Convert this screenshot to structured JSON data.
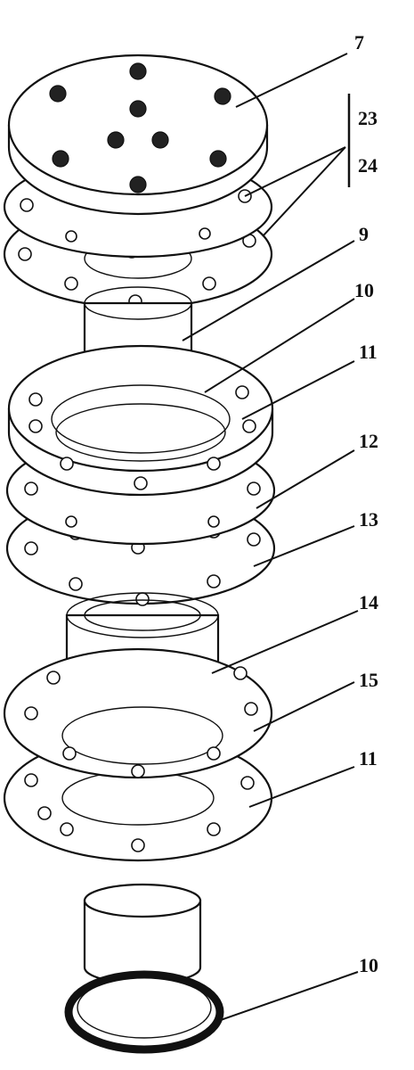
{
  "diagram": {
    "labels": [
      {
        "id": "7",
        "text": "7"
      },
      {
        "id": "23",
        "text": "23"
      },
      {
        "id": "24",
        "text": "24"
      },
      {
        "id": "9",
        "text": "9"
      },
      {
        "id": "10a",
        "text": "10"
      },
      {
        "id": "11a",
        "text": "11"
      },
      {
        "id": "12",
        "text": "12"
      },
      {
        "id": "13",
        "text": "13"
      },
      {
        "id": "14",
        "text": "14"
      },
      {
        "id": "15",
        "text": "15"
      },
      {
        "id": "11b",
        "text": "11"
      },
      {
        "id": "10b",
        "text": "10"
      }
    ]
  }
}
